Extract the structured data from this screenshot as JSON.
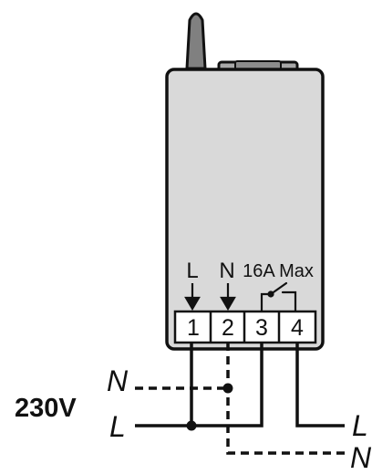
{
  "diagram": {
    "terminal_labels": {
      "live": "L",
      "neutral": "N"
    },
    "relay_rating": "16A Max",
    "terminals": [
      "1",
      "2",
      "3",
      "4"
    ],
    "supply": {
      "voltage": "230V",
      "neutral": "N",
      "live": "L"
    },
    "load": {
      "live": "L",
      "neutral": "N"
    },
    "colors": {
      "housing": "#d9d9d9",
      "antenna": "#808080",
      "terminal_block": "#ffffff",
      "wire": "#111111"
    }
  }
}
